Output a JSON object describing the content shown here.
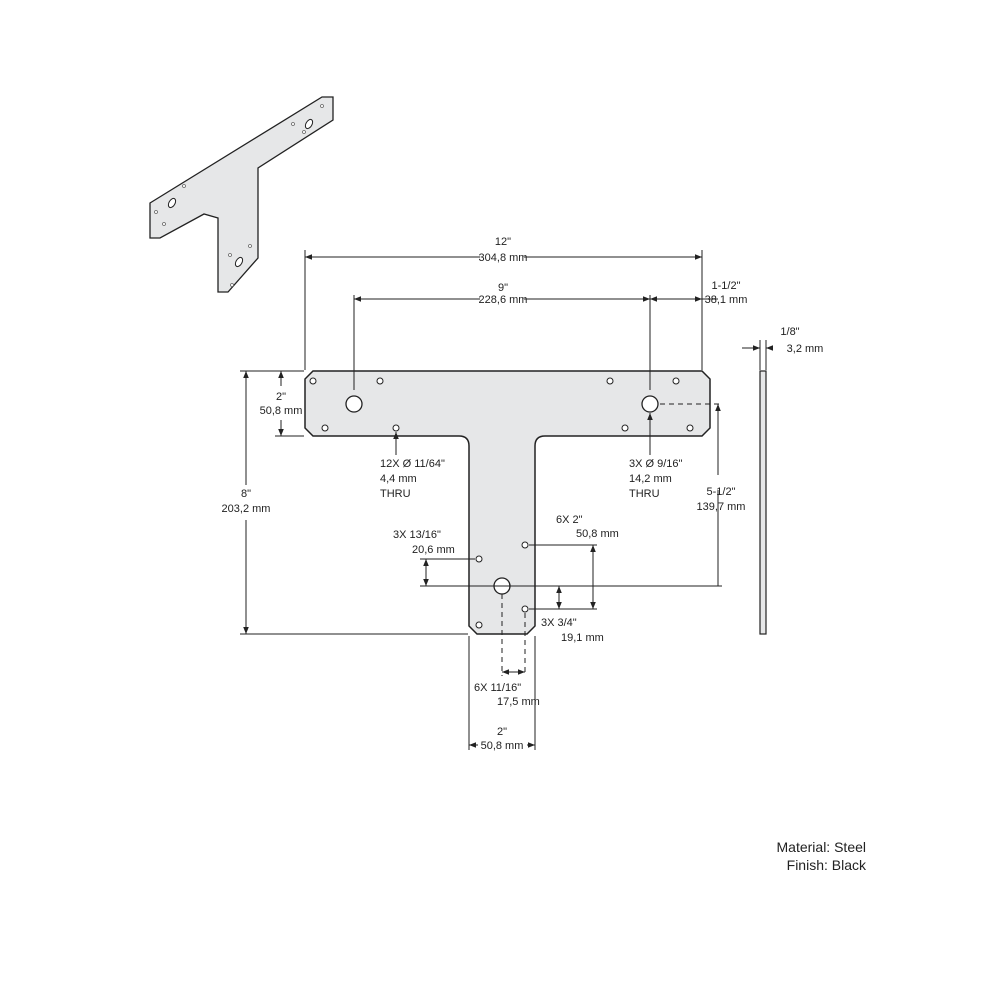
{
  "drawing": {
    "overall_width": {
      "imperial": "12\"",
      "metric": "304,8 mm"
    },
    "hole_spacing": {
      "imperial": "9\"",
      "metric": "228,6 mm"
    },
    "edge_offset": {
      "imperial": "1-1/2\"",
      "metric": "38,1 mm"
    },
    "thickness": {
      "imperial": "1/8\"",
      "metric": "3,2 mm"
    },
    "bar_height": {
      "imperial": "2\"",
      "metric": "50,8 mm"
    },
    "overall_height": {
      "imperial": "8\"",
      "metric": "203,2 mm"
    },
    "large_hole_vertical": {
      "imperial": "5-1/2\"",
      "metric": "139,7 mm"
    },
    "small_holes": {
      "count": "12X Ø  11/64\"",
      "metric": "4,4 mm",
      "note": "THRU"
    },
    "large_holes": {
      "count": "3X Ø  9/16\"",
      "metric": "14,2 mm",
      "note": "THRU"
    },
    "stem_offset_left": {
      "imperial": "3X  13/16\"",
      "metric": "20,6 mm"
    },
    "stem_spacing": {
      "imperial": "6X  2\"",
      "metric": "50,8 mm"
    },
    "stem_offset_right": {
      "imperial": "3X  3/4\"",
      "metric": "19,1 mm"
    },
    "stem_horizontal": {
      "imperial": "6X  11/16\"",
      "metric": "17,5 mm"
    },
    "stem_width": {
      "imperial": "2\"",
      "metric": "50,8 mm"
    }
  },
  "specs": {
    "material": "Material: Steel",
    "finish": "Finish: Black"
  },
  "colors": {
    "plate": "#e6e7e8",
    "line": "#222222"
  }
}
